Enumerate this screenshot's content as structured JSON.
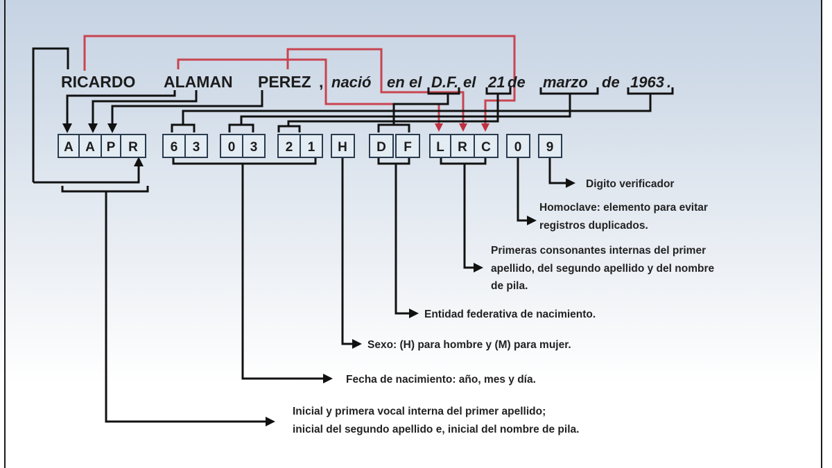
{
  "diagram": {
    "title_sentence": {
      "name_words": [
        "RICARDO",
        "ALAMAN",
        "PEREZ"
      ],
      "comma": ",",
      "sentence_words": [
        "nació",
        "en",
        "el",
        "D.F.",
        "el",
        "21",
        "de",
        "marzo",
        "de",
        "1963",
        "."
      ]
    },
    "code_boxes": {
      "name_initials": [
        "A",
        "A",
        "P",
        "R"
      ],
      "year": [
        "6",
        "3"
      ],
      "month": [
        "0",
        "3"
      ],
      "day": [
        "2",
        "1"
      ],
      "sex": [
        "H"
      ],
      "state": [
        "D",
        "F"
      ],
      "consonants": [
        "L",
        "R",
        "C"
      ],
      "homoclave": [
        "0"
      ],
      "check_digit": [
        "9"
      ]
    },
    "descriptions": {
      "check_digit": "Digito verificador",
      "homoclave_line1": "Homoclave: elemento para evitar",
      "homoclave_line2": "registros duplicados.",
      "consonants_line1": "Primeras consonantes internas del primer",
      "consonants_line2": "apellido, del segundo apellido y del nombre",
      "consonants_line3": "de pila.",
      "state": "Entidad federativa de nacimiento.",
      "sex": "Sexo: (H) para hombre y (M) para mujer.",
      "birth_date": "Fecha de nacimiento: año, mes y día.",
      "initials_line1": "Inicial y primera vocal interna del primer apellido;",
      "initials_line2": "inicial del segundo apellido e, inicial del nombre de pila."
    },
    "colors": {
      "connector_black": "#111111",
      "connector_red": "#c84450",
      "box_fill": "#e3ebf3",
      "box_stroke": "#2a3a4e"
    }
  }
}
